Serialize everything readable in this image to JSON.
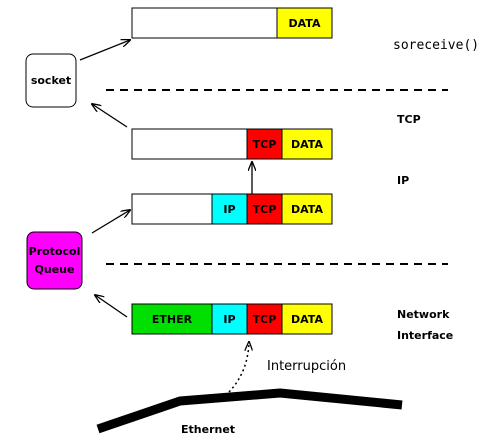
{
  "diagram": {
    "packets": [
      {
        "id": "socket-buffer",
        "segments": [
          {
            "kind": "empty",
            "label": "",
            "color": "#ffffff"
          },
          {
            "kind": "data",
            "label": "DATA",
            "color": "#ffff00"
          }
        ]
      },
      {
        "id": "tcp-packet",
        "segments": [
          {
            "kind": "empty",
            "label": "",
            "color": "#ffffff"
          },
          {
            "kind": "tcp",
            "label": "TCP",
            "color": "#ff0000"
          },
          {
            "kind": "data",
            "label": "DATA",
            "color": "#ffff00"
          }
        ]
      },
      {
        "id": "ip-packet",
        "segments": [
          {
            "kind": "empty",
            "label": "",
            "color": "#ffffff"
          },
          {
            "kind": "ip",
            "label": "IP",
            "color": "#00ffff"
          },
          {
            "kind": "tcp",
            "label": "TCP",
            "color": "#ff0000"
          },
          {
            "kind": "data",
            "label": "DATA",
            "color": "#ffff00"
          }
        ]
      },
      {
        "id": "frame-packet",
        "segments": [
          {
            "kind": "ether",
            "label": "ETHER",
            "color": "#00e000"
          },
          {
            "kind": "ip",
            "label": "IP",
            "color": "#00ffff"
          },
          {
            "kind": "tcp",
            "label": "TCP",
            "color": "#ff0000"
          },
          {
            "kind": "data",
            "label": "DATA",
            "color": "#ffff00"
          }
        ]
      }
    ],
    "nodes": {
      "socket": {
        "label": "socket",
        "color": "#ffffff"
      },
      "protocol_queue": {
        "label_line1": "Protocol",
        "label_line2": "Queue",
        "color": "#ff00ff"
      }
    },
    "layer_labels": {
      "soreceive": "soreceive()",
      "tcp": "TCP",
      "ip": "IP",
      "network_line1": "Network",
      "network_line2": "Interface"
    },
    "annotations": {
      "interrupt": "Interrupción",
      "ethernet": "Ethernet"
    }
  }
}
